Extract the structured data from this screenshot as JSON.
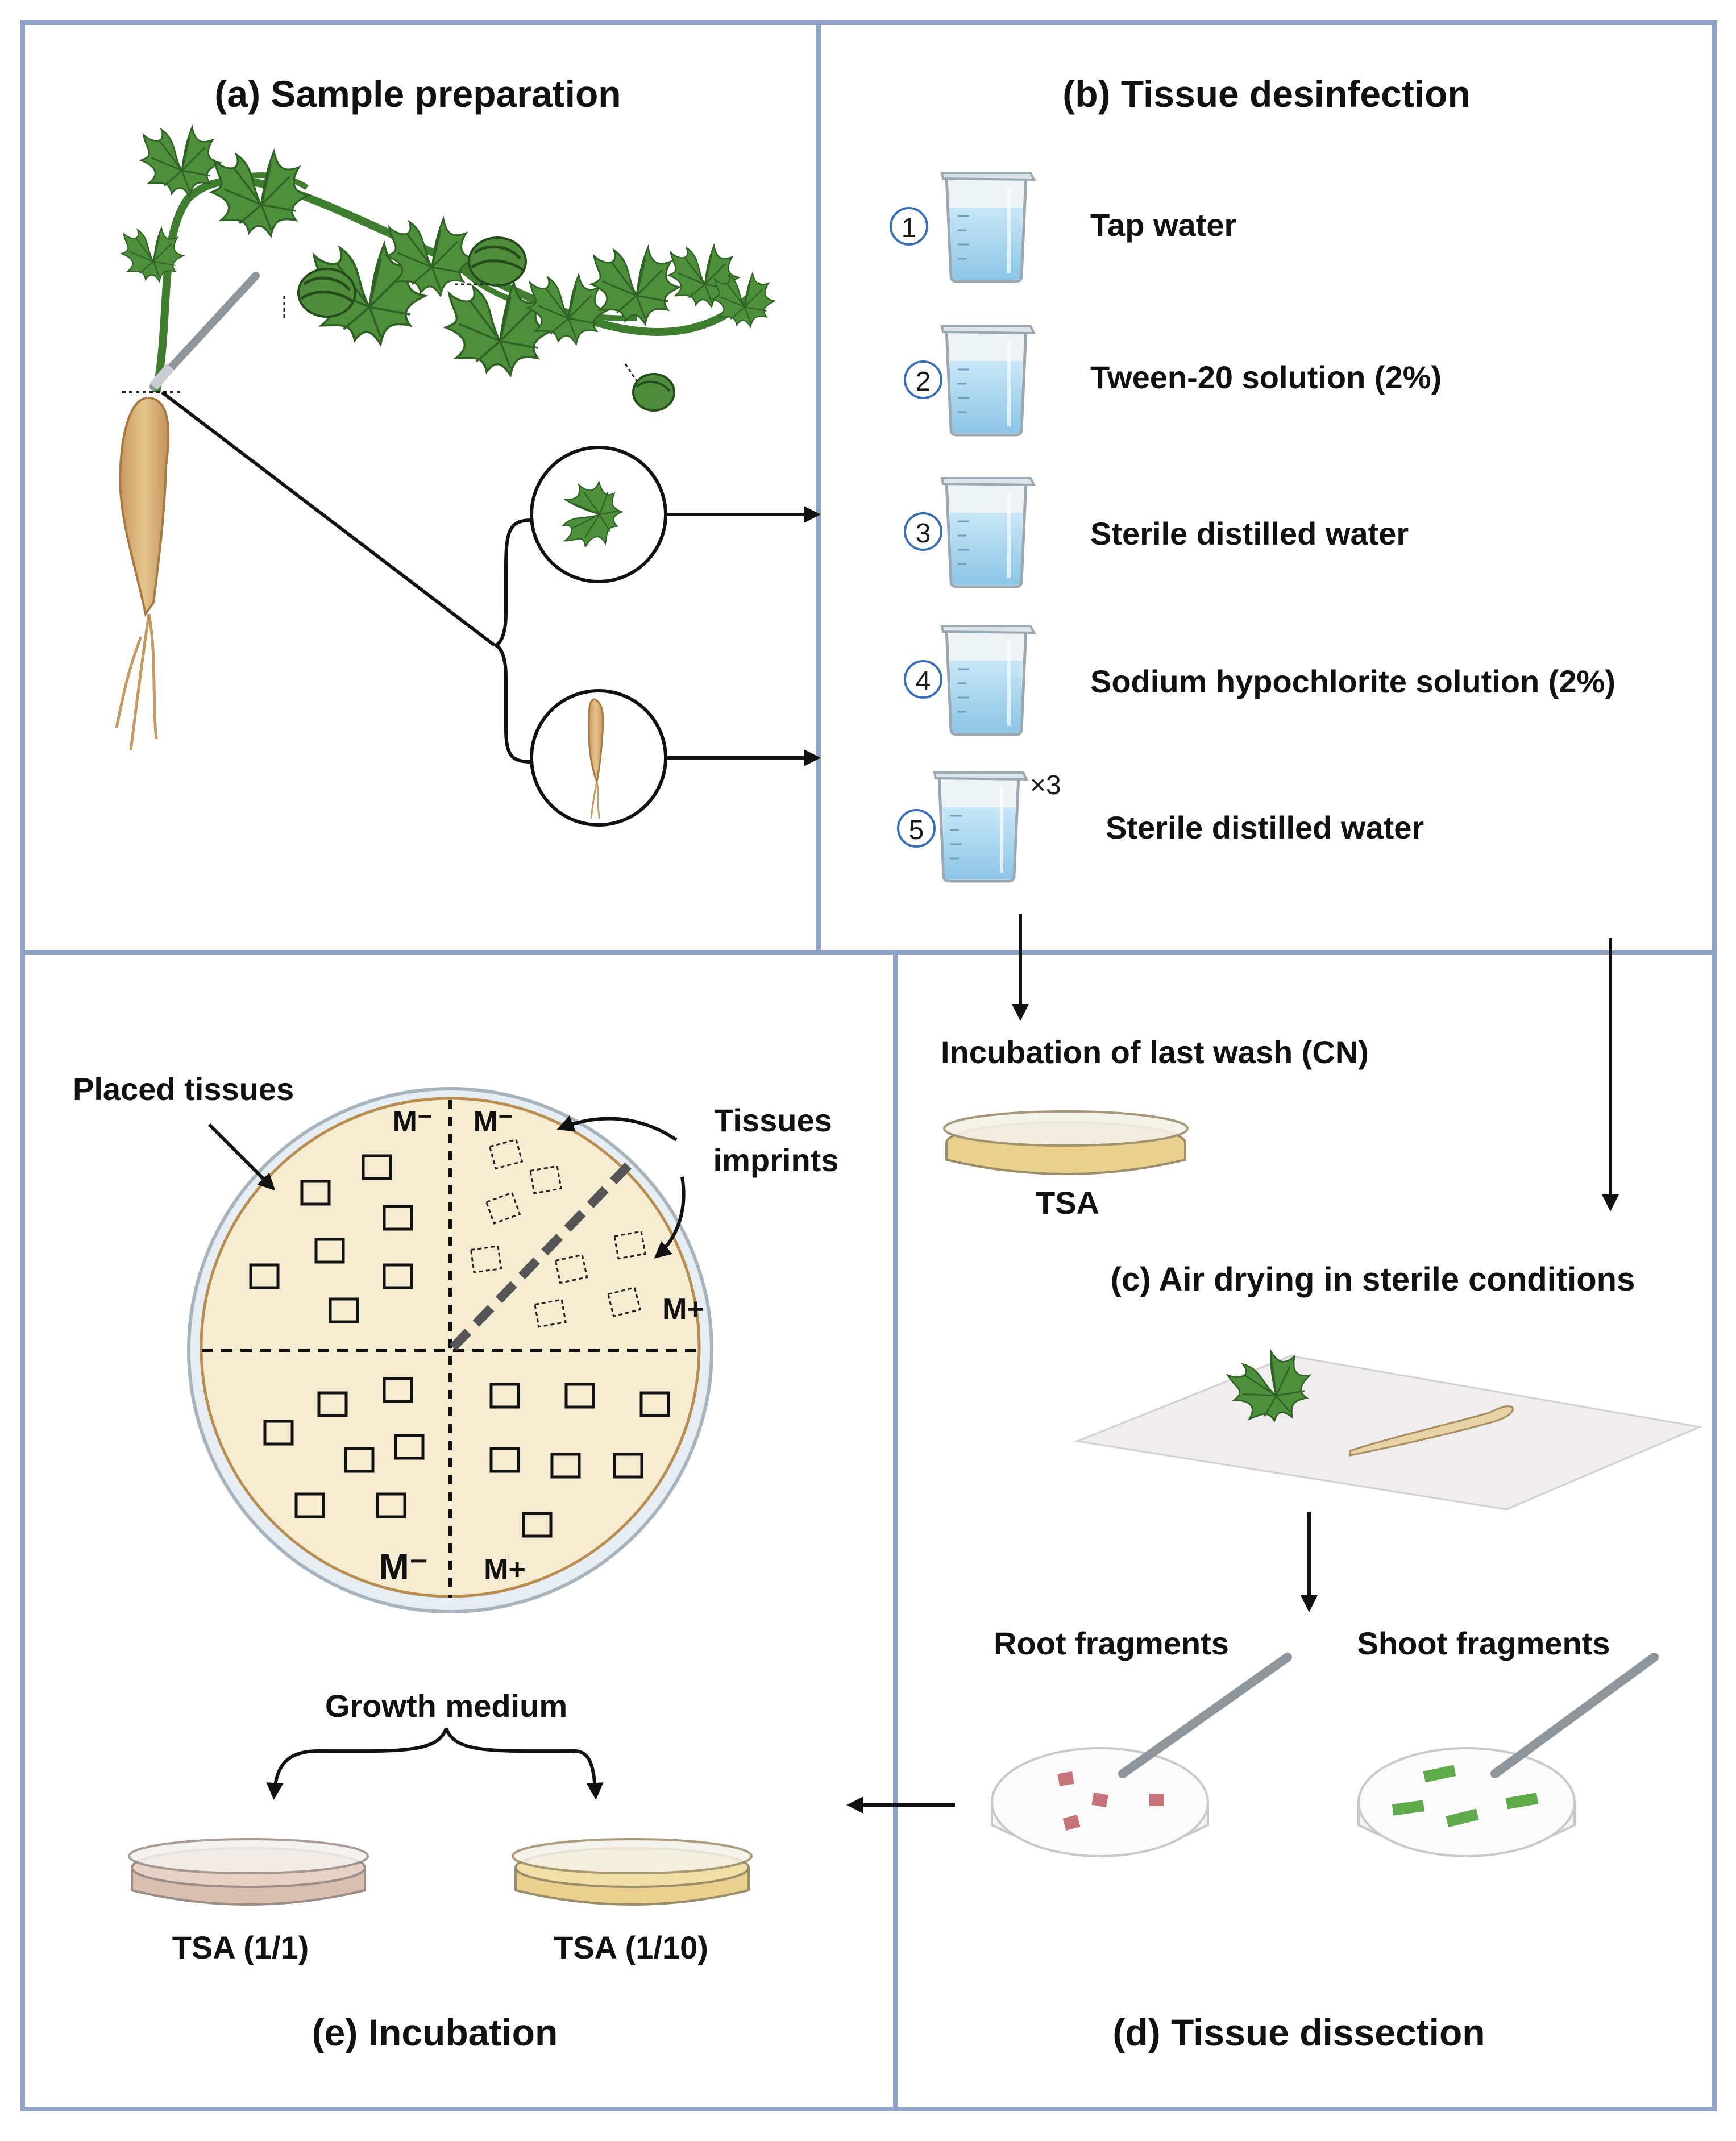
{
  "panels": {
    "a": {
      "title": "(a) Sample preparation"
    },
    "b": {
      "title": "(b) Tissue desinfection",
      "steps": [
        {
          "number": "1",
          "label": "Tap water"
        },
        {
          "number": "2",
          "label": "Tween-20 solution (2%)"
        },
        {
          "number": "3",
          "label": "Sterile distilled water"
        },
        {
          "number": "4",
          "label": "Sodium hypochlorite solution (2%)"
        },
        {
          "number": "5",
          "label": "Sterile distilled water",
          "multiplier": "×3"
        }
      ]
    },
    "c": {
      "title": "(c) Air drying in sterile conditions"
    },
    "d": {
      "title": "(d) Tissue dissection",
      "control_label": "Incubation of last wash (CN)",
      "control_plate": "TSA",
      "root_label": "Root fragments",
      "shoot_label": "Shoot fragments"
    },
    "e": {
      "title": "(e) Incubation",
      "placed_label": "Placed tissues",
      "imprints_label": "Tissues imprints",
      "quadrant_labels": {
        "top_left": "M⁻",
        "top_right": "M⁻",
        "right": "M+",
        "bottom_left": "M⁻",
        "bottom_right": "M+"
      },
      "growth_medium": "Growth medium",
      "plate_left": "TSA (1/1)",
      "plate_right": "TSA (1/10)"
    }
  },
  "colors": {
    "frame": "#8fa3c8",
    "leaf": "#4d8f3a",
    "root": "#d7b27c",
    "water": "#a9d6ef",
    "agar": "#f6ecd2",
    "plate_tsa": "#e9d08f",
    "plate_tsa_full": "#d9bfb0",
    "root_fragment": "#c7737a",
    "shoot_fragment": "#5faa4a"
  }
}
